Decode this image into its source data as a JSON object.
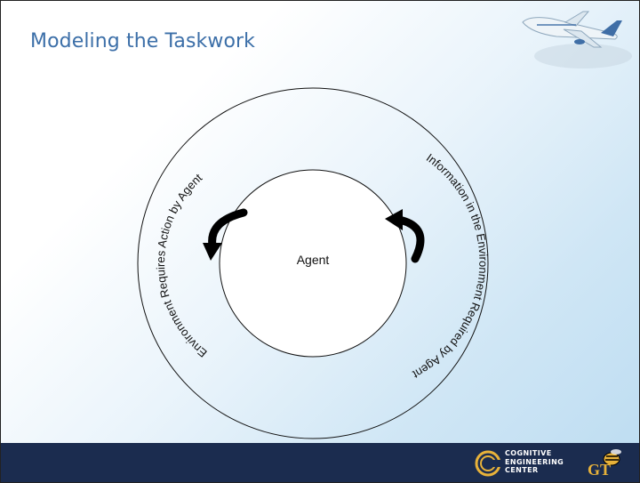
{
  "slide": {
    "title": "Modeling the Taskwork"
  },
  "diagram": {
    "center_label": "Agent",
    "left_arc_label": "Environment Requires Action by Agent",
    "right_arc_label": "Information in the Environment Required by Agent"
  },
  "footer": {
    "logo_line_1": "Cognitive",
    "logo_line_2": "Engineering",
    "logo_line_3": "Center",
    "gt_logo_text": "GT"
  },
  "icons": {
    "airplane": "airplane-icon",
    "cycle_arrow_left": "curved-arrow-icon",
    "cycle_arrow_right": "curved-arrow-icon",
    "ec_logo": "ec-logo-icon",
    "gt_logo": "yellow-jacket-icon"
  },
  "colors": {
    "title": "#3c6fa8",
    "footer": "#1b2c4f",
    "logo_gold": "#e8b23a"
  }
}
